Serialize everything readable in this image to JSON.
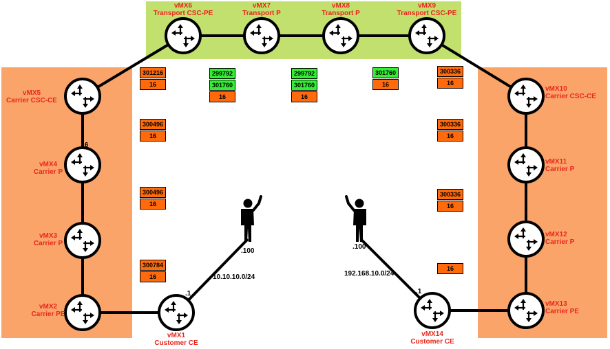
{
  "routers": {
    "vmx6": {
      "name": "vMX6",
      "role": "Transport CSC-PE"
    },
    "vmx7": {
      "name": "vMX7",
      "role": "Transport P"
    },
    "vmx8": {
      "name": "vMX8",
      "role": "Transport P"
    },
    "vmx9": {
      "name": "vMX9",
      "role": "Transport CSC-PE"
    },
    "vmx5": {
      "name": "vMX5",
      "role": "Carrier CSC-CE"
    },
    "vmx4": {
      "name": "vMX4",
      "role": "Carrier P"
    },
    "vmx3": {
      "name": "vMX3",
      "role": "Carrier P"
    },
    "vmx2": {
      "name": "vMX2",
      "role": "Carrier PE"
    },
    "vmx1": {
      "name": "vMX1",
      "role": "Customer CE"
    },
    "vmx10": {
      "name": "vMX10",
      "role": "Carrier CSC-CE"
    },
    "vmx11": {
      "name": "vMX11",
      "role": "Carrier P"
    },
    "vmx12": {
      "name": "vMX12",
      "role": "Carrier P"
    },
    "vmx13": {
      "name": "vMX13",
      "role": "Carrier PE"
    },
    "vmx14": {
      "name": "vMX14",
      "role": "Customer CE"
    }
  },
  "interface_labels": {
    "vmx4_top": ".6",
    "vmx1_side": ".1",
    "vmx14_side": ".1",
    "left_host": ".100",
    "right_host": ".100"
  },
  "subnets": {
    "left": "10.10.10.0/24",
    "right": "192.168.10.0/24"
  },
  "label_stacks": {
    "s1": [
      "301216",
      "16"
    ],
    "s2": [
      "299792",
      "301760",
      "16"
    ],
    "s3": [
      "299792",
      "301760",
      "16"
    ],
    "s4": [
      "301760",
      "16"
    ],
    "s5": [
      "300336",
      "16"
    ],
    "s6": [
      "300496",
      "16"
    ],
    "s7": [
      "300336",
      "16"
    ],
    "s8": [
      "300496",
      "16"
    ],
    "s9": [
      "300336",
      "16"
    ],
    "s10": [
      "300784",
      "16"
    ],
    "s11": [
      "16"
    ]
  },
  "colors": {
    "router_label": "#e8261c",
    "transport_zone": "#c1e06e",
    "carrier_zone": "#fba46a",
    "mpls_label_orange": "#ff6a0c",
    "mpls_label_green": "#33ee33"
  },
  "icons": [
    "router-icon",
    "person-icon"
  ]
}
